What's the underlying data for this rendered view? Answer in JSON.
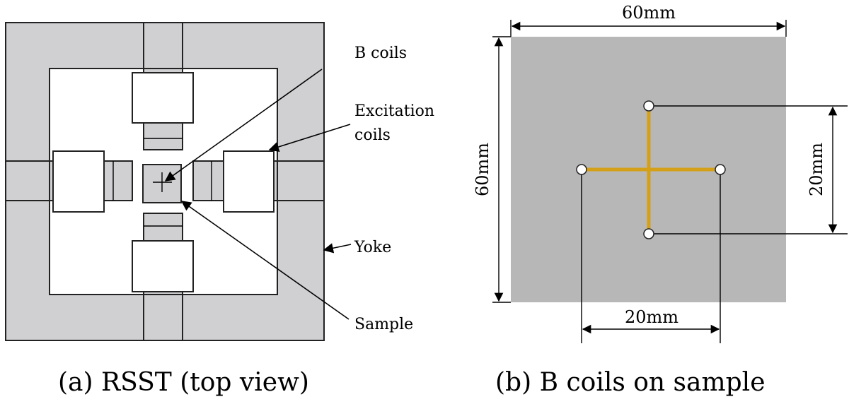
{
  "rsst": {
    "labels": {
      "b_coils": "B coils",
      "excitation_line1": "Excitation",
      "excitation_line2": "coils",
      "yoke": "Yoke",
      "sample": "Sample"
    },
    "caption": "(a) RSST (top view)"
  },
  "sample_view": {
    "dims": {
      "top_width": "60mm",
      "left_height": "60mm",
      "right_span": "20mm",
      "bottom_span": "20mm"
    },
    "caption": "(b) B coils on sample",
    "colors": {
      "sample_fill": "#b7b7b7",
      "coil_wire": "#d4a017",
      "yoke_fill": "#d0d0d2"
    }
  }
}
